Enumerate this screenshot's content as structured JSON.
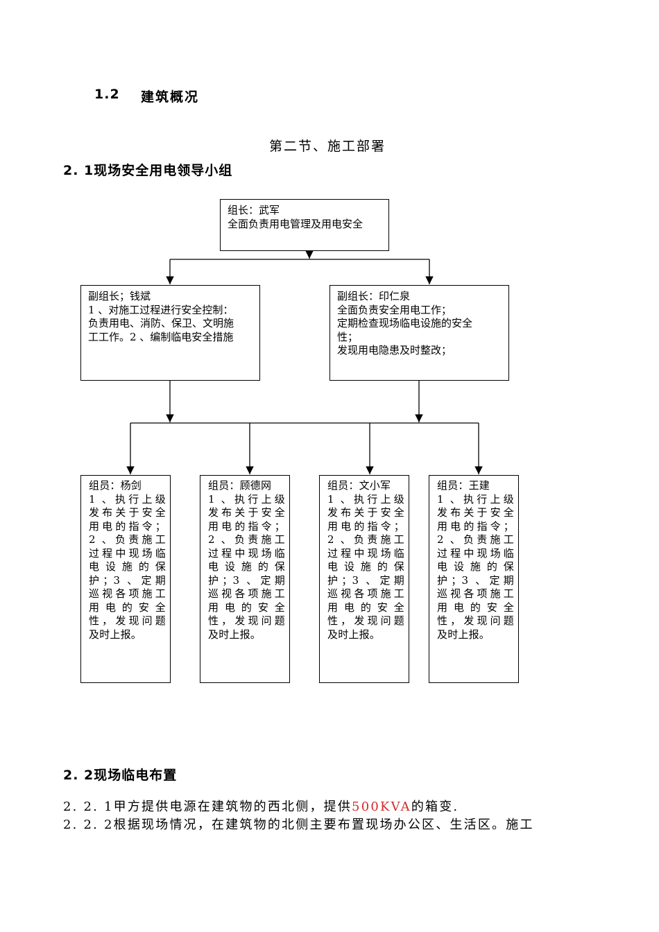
{
  "headings": {
    "h_1_2_number": "1.2",
    "h_1_2_title": "建筑概况",
    "section": "第二节、施工部署",
    "h_2_1": "2. 1现场安全用电领导小组",
    "h_2_2": "2. 2现场临电布置"
  },
  "org_chart": {
    "leader": {
      "lines": [
        "组长：武军",
        "全面负责用电管理及用电安全"
      ]
    },
    "deputies": [
      {
        "lines": [
          "副组长；钱斌",
          "1 、对施工过程进行安全控制：",
          "负责用电、消防、保卫、文明施",
          "工工作。2 、编制临电安全措施"
        ]
      },
      {
        "lines": [
          "副组长：印仁泉",
          "全面负责安全用电工作；",
          "定期检查现场临电设施的安全",
          "性；",
          "发现用电隐患及时整改；"
        ]
      }
    ],
    "members": [
      {
        "name_line": "组员：杨剑",
        "duty_lines": [
          "1 、执行上级",
          "发布关于安全",
          "用电的指令；",
          "2 、负责施工",
          "过程中现场临",
          "电设施的保",
          "护；3 、定期",
          "巡视各项施工",
          "用电的安全",
          "性，发现问题",
          "及时上报。"
        ]
      },
      {
        "name_line": "组员：顾德网",
        "duty_lines": [
          "1 、执行上级",
          "发布关于安全",
          "用电的指令；",
          "2 、负责施工",
          "过程中现场临",
          "电设施的保",
          "护；3 、定期",
          "巡视各项施工",
          "用电的安全",
          "性，发现问题",
          "及时上报。"
        ]
      },
      {
        "name_line": "组员：文小军",
        "duty_lines": [
          "1 、执行上级",
          "发布关于安全",
          "用电的指令；",
          "2 、负责施工",
          "过程中现场临",
          "电设施的保",
          "护；3 、定期",
          "巡视各项施工",
          "用电的安全",
          "性，发现问题",
          "及时上报。"
        ]
      },
      {
        "name_line": "组员：王建",
        "duty_lines": [
          "1 、执行上级",
          "发布关于安全",
          "用电的指令；",
          "2 、负责施工",
          "过程中现场临",
          "电设施的保",
          "护；3 、定期",
          "巡视各项施工",
          "用电的安全",
          "性，发现问题",
          "及时上报。"
        ]
      }
    ]
  },
  "paragraphs": {
    "p_2_2_1_prefix": "2. 2. 1甲方提供电源在建筑物的西北侧，提供",
    "p_2_2_1_highlight": "500KVA",
    "p_2_2_1_suffix": "的箱变.",
    "p_2_2_2": "2. 2. 2根据现场情况，在建筑物的北侧主要布置现场办公区、生活区。施工"
  },
  "colors": {
    "highlight": "#d42a2a",
    "line": "#000000"
  }
}
